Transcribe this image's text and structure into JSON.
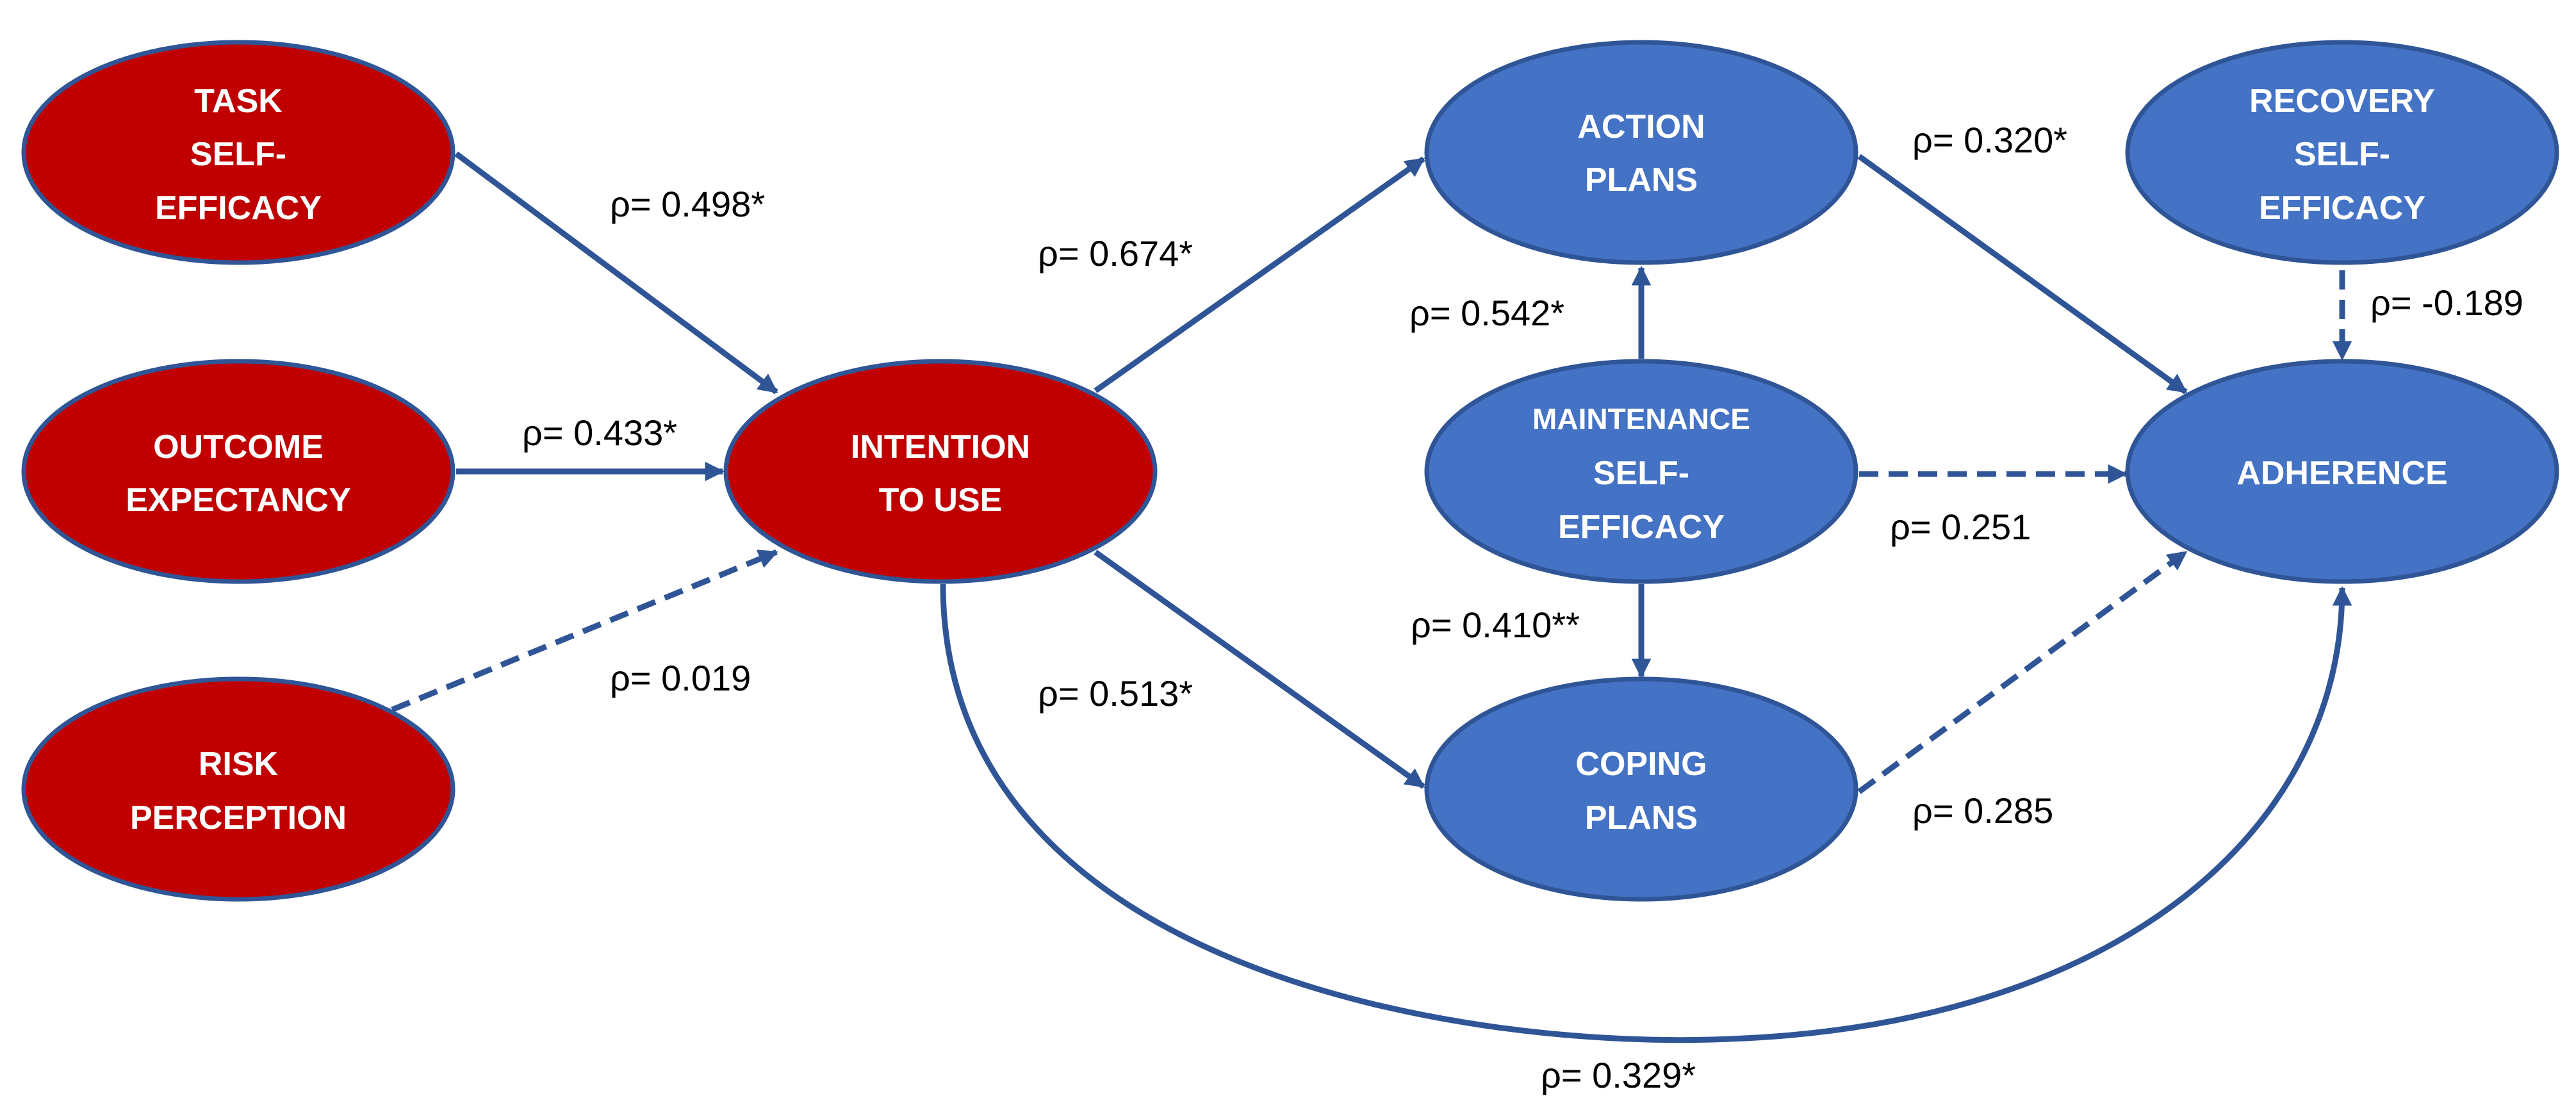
{
  "diagram": {
    "type": "path-model",
    "colors": {
      "antecedent_node": "#c00000",
      "mediator_node": "#4472c4",
      "node_border": "#2f5597",
      "edge": "#2f5597",
      "node_text": "#ffffff",
      "edge_label_text": "#000000"
    },
    "legend_semantics": {
      "solid": "significant path",
      "dashed": "non-significant path"
    },
    "nodes": {
      "task_self_efficacy": {
        "lines": [
          "TASK",
          "SELF-",
          "EFFICACY"
        ],
        "group": "antecedent"
      },
      "outcome_expectancy": {
        "lines": [
          "OUTCOME",
          "EXPECTANCY"
        ],
        "group": "antecedent"
      },
      "risk_perception": {
        "lines": [
          "RISK",
          "PERCEPTION"
        ],
        "group": "antecedent"
      },
      "intention_to_use": {
        "lines": [
          "INTENTION",
          "TO USE"
        ],
        "group": "antecedent"
      },
      "action_plans": {
        "lines": [
          "ACTION",
          "PLANS"
        ],
        "group": "mediator"
      },
      "maintenance_self_efficacy": {
        "lines": [
          "MAINTENANCE",
          "SELF-",
          "EFFICACY"
        ],
        "group": "mediator"
      },
      "coping_plans": {
        "lines": [
          "COPING",
          "PLANS"
        ],
        "group": "mediator"
      },
      "recovery_self_efficacy": {
        "lines": [
          "RECOVERY",
          "SELF-",
          "EFFICACY"
        ],
        "group": "mediator"
      },
      "adherence": {
        "lines": [
          "ADHERENCE"
        ],
        "group": "mediator"
      }
    },
    "edges": {
      "task_to_intention": {
        "from": "task_self_efficacy",
        "to": "intention_to_use",
        "label": "ρ= 0.498*",
        "style": "solid"
      },
      "outcome_to_intention": {
        "from": "outcome_expectancy",
        "to": "intention_to_use",
        "label": "ρ= 0.433*",
        "style": "solid"
      },
      "risk_to_intention": {
        "from": "risk_perception",
        "to": "intention_to_use",
        "label": "ρ= 0.019",
        "style": "dashed"
      },
      "intention_to_action": {
        "from": "intention_to_use",
        "to": "action_plans",
        "label": "ρ= 0.674*",
        "style": "solid"
      },
      "intention_to_coping": {
        "from": "intention_to_use",
        "to": "coping_plans",
        "label": "ρ= 0.513*",
        "style": "solid"
      },
      "maintenance_to_action": {
        "from": "maintenance_self_efficacy",
        "to": "action_plans",
        "label": "ρ= 0.542*",
        "style": "solid"
      },
      "maintenance_to_coping": {
        "from": "maintenance_self_efficacy",
        "to": "coping_plans",
        "label": "ρ= 0.410**",
        "style": "solid"
      },
      "maintenance_to_adherence": {
        "from": "maintenance_self_efficacy",
        "to": "adherence",
        "label": "ρ= 0.251",
        "style": "dashed"
      },
      "action_to_adherence": {
        "from": "action_plans",
        "to": "adherence",
        "label": "ρ= 0.320*",
        "style": "solid"
      },
      "coping_to_adherence": {
        "from": "coping_plans",
        "to": "adherence",
        "label": "ρ= 0.285",
        "style": "dashed"
      },
      "recovery_to_adherence": {
        "from": "recovery_self_efficacy",
        "to": "adherence",
        "label": "ρ= -0.189",
        "style": "dashed"
      },
      "intention_to_adherence": {
        "from": "intention_to_use",
        "to": "adherence",
        "label": "ρ= 0.329*",
        "style": "solid"
      }
    }
  }
}
